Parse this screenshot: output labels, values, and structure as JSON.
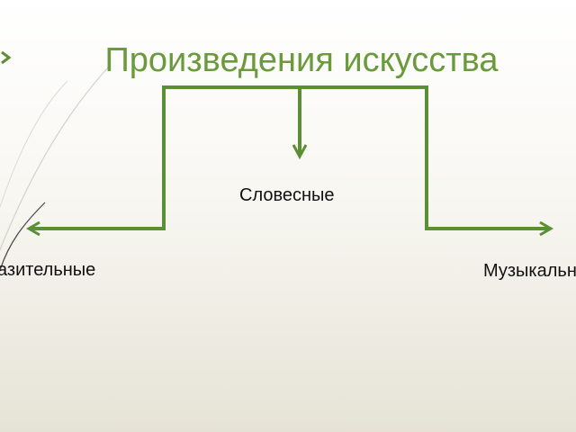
{
  "title": "Произведения искусства",
  "labels": {
    "center": "Словесные",
    "left": "Изобразительные",
    "right": "Музыкальные"
  },
  "colors": {
    "accent": "#5b8f34",
    "title": "#6a9a3b",
    "bg_top": "#ffffff",
    "bg_bottom": "#e6e3d6"
  }
}
